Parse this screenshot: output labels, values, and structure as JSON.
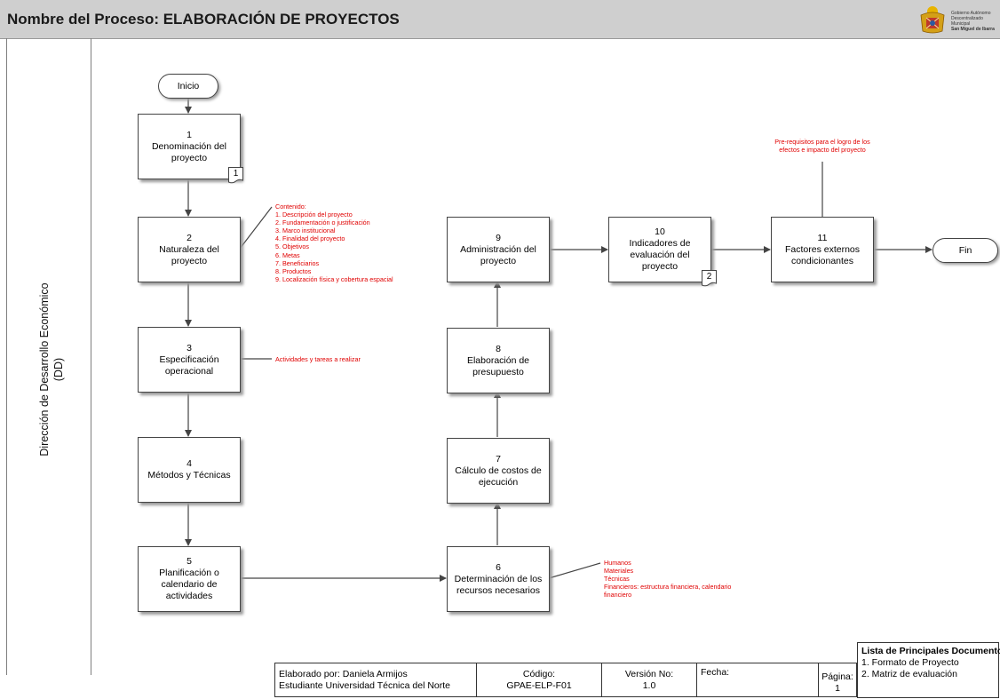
{
  "header": {
    "title": "Nombre del Proceso: ELABORACIÓN DE PROYECTOS",
    "logo_text": [
      "Gobierno Autónomo",
      "Descentralizado Municipal",
      "San Miguel de Ibarra"
    ]
  },
  "lane": {
    "line1": "Dirección de Desarrollo Económico",
    "line2": "(DD)"
  },
  "start_label": "Inicio",
  "end_label": "Fin",
  "steps": [
    {
      "num": "1",
      "text": "Denominación del proyecto"
    },
    {
      "num": "2",
      "text": "Naturaleza del proyecto"
    },
    {
      "num": "3",
      "text": "Especificación operacional"
    },
    {
      "num": "4",
      "text": "Métodos y Técnicas"
    },
    {
      "num": "5",
      "text": "Planificación o calendario de actividades"
    },
    {
      "num": "6",
      "text": "Determinación de los recursos necesarios"
    },
    {
      "num": "7",
      "text": "Cálculo de costos de ejecución"
    },
    {
      "num": "8",
      "text": "Elaboración de presupuesto"
    },
    {
      "num": "9",
      "text": "Administración del proyecto"
    },
    {
      "num": "10",
      "text": "Indicadores de evaluación del proyecto"
    },
    {
      "num": "11",
      "text": "Factores externos condicionantes"
    }
  ],
  "doc_refs": [
    "1",
    "2"
  ],
  "notes": {
    "contenido": [
      "Contenido:",
      "1. Descripción del proyecto",
      "2. Fundamentación o justificación",
      "3. Marco institucional",
      "4. Finalidad del proyecto",
      "5. Objetivos",
      "6. Metas",
      "7. Beneficiarios",
      "8. Productos",
      "9. Localización física y cobertura espacial"
    ],
    "actividades": "Actividades y tareas a realizar",
    "recursos": [
      "Humanos",
      "Materiales",
      "Técnicas",
      "Financieros: estructura financiera, calendario",
      "financiero"
    ],
    "prerequisitos": [
      "Pre-requisitos para el logro de los",
      "efectos e impacto del proyecto"
    ]
  },
  "footer": {
    "elaborado_line1": "Elaborado por: Daniela Armijos",
    "elaborado_line2": "Estudiante Universidad Técnica del Norte",
    "codigo_label": "Código:",
    "codigo_value": "GPAE-ELP-F01",
    "version_label": "Versión No:",
    "version_value": "1.0",
    "fecha_label": "Fecha:",
    "pagina_label": "Página:",
    "pagina_value": "1"
  },
  "documents": {
    "title": "Lista de Principales Documentos",
    "items": [
      "1. Formato de Proyecto",
      "2. Matriz de evaluación"
    ]
  },
  "colors": {
    "header_bg": "#cfcfcf",
    "note_red": "#e00000",
    "line": "#444444"
  }
}
